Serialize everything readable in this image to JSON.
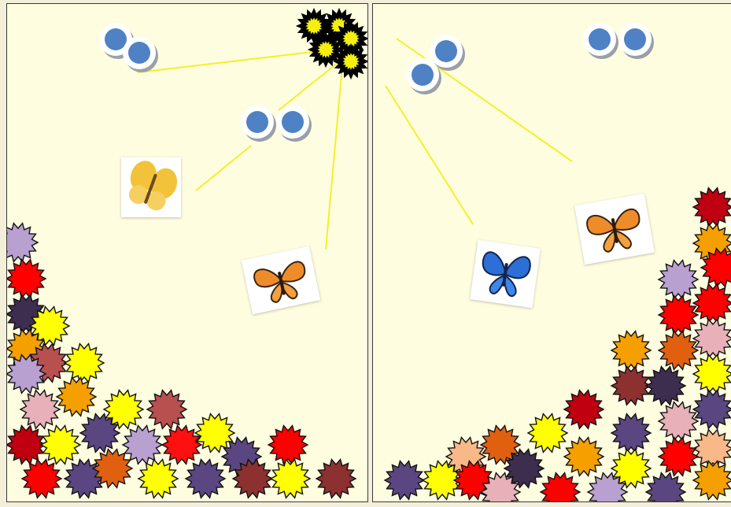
{
  "game": {
    "panels": [
      {
        "id": "left",
        "butterflies": [
          {
            "species": "yellow-butterfly"
          },
          {
            "species": "orange-butterfly"
          }
        ]
      },
      {
        "id": "right",
        "butterflies": [
          {
            "species": "blue-butterfly"
          },
          {
            "species": "orange-butterfly"
          }
        ]
      }
    ]
  },
  "colors": {
    "background": "#fffde0",
    "connector_line": "#f5ef2a",
    "eye_blue": "#4f82c4",
    "sun_yellow": "#f5ef10",
    "flower_palette": [
      "#c7bde0",
      "#ff0000",
      "#3d2d4f",
      "#ffff00",
      "#f5a000",
      "#b85050",
      "#e8b0b8",
      "#b8a0d0",
      "#c00010",
      "#5a4680",
      "#e06010",
      "#8c3030",
      "#f8b888",
      "#ffd000",
      "#ff1010"
    ]
  }
}
